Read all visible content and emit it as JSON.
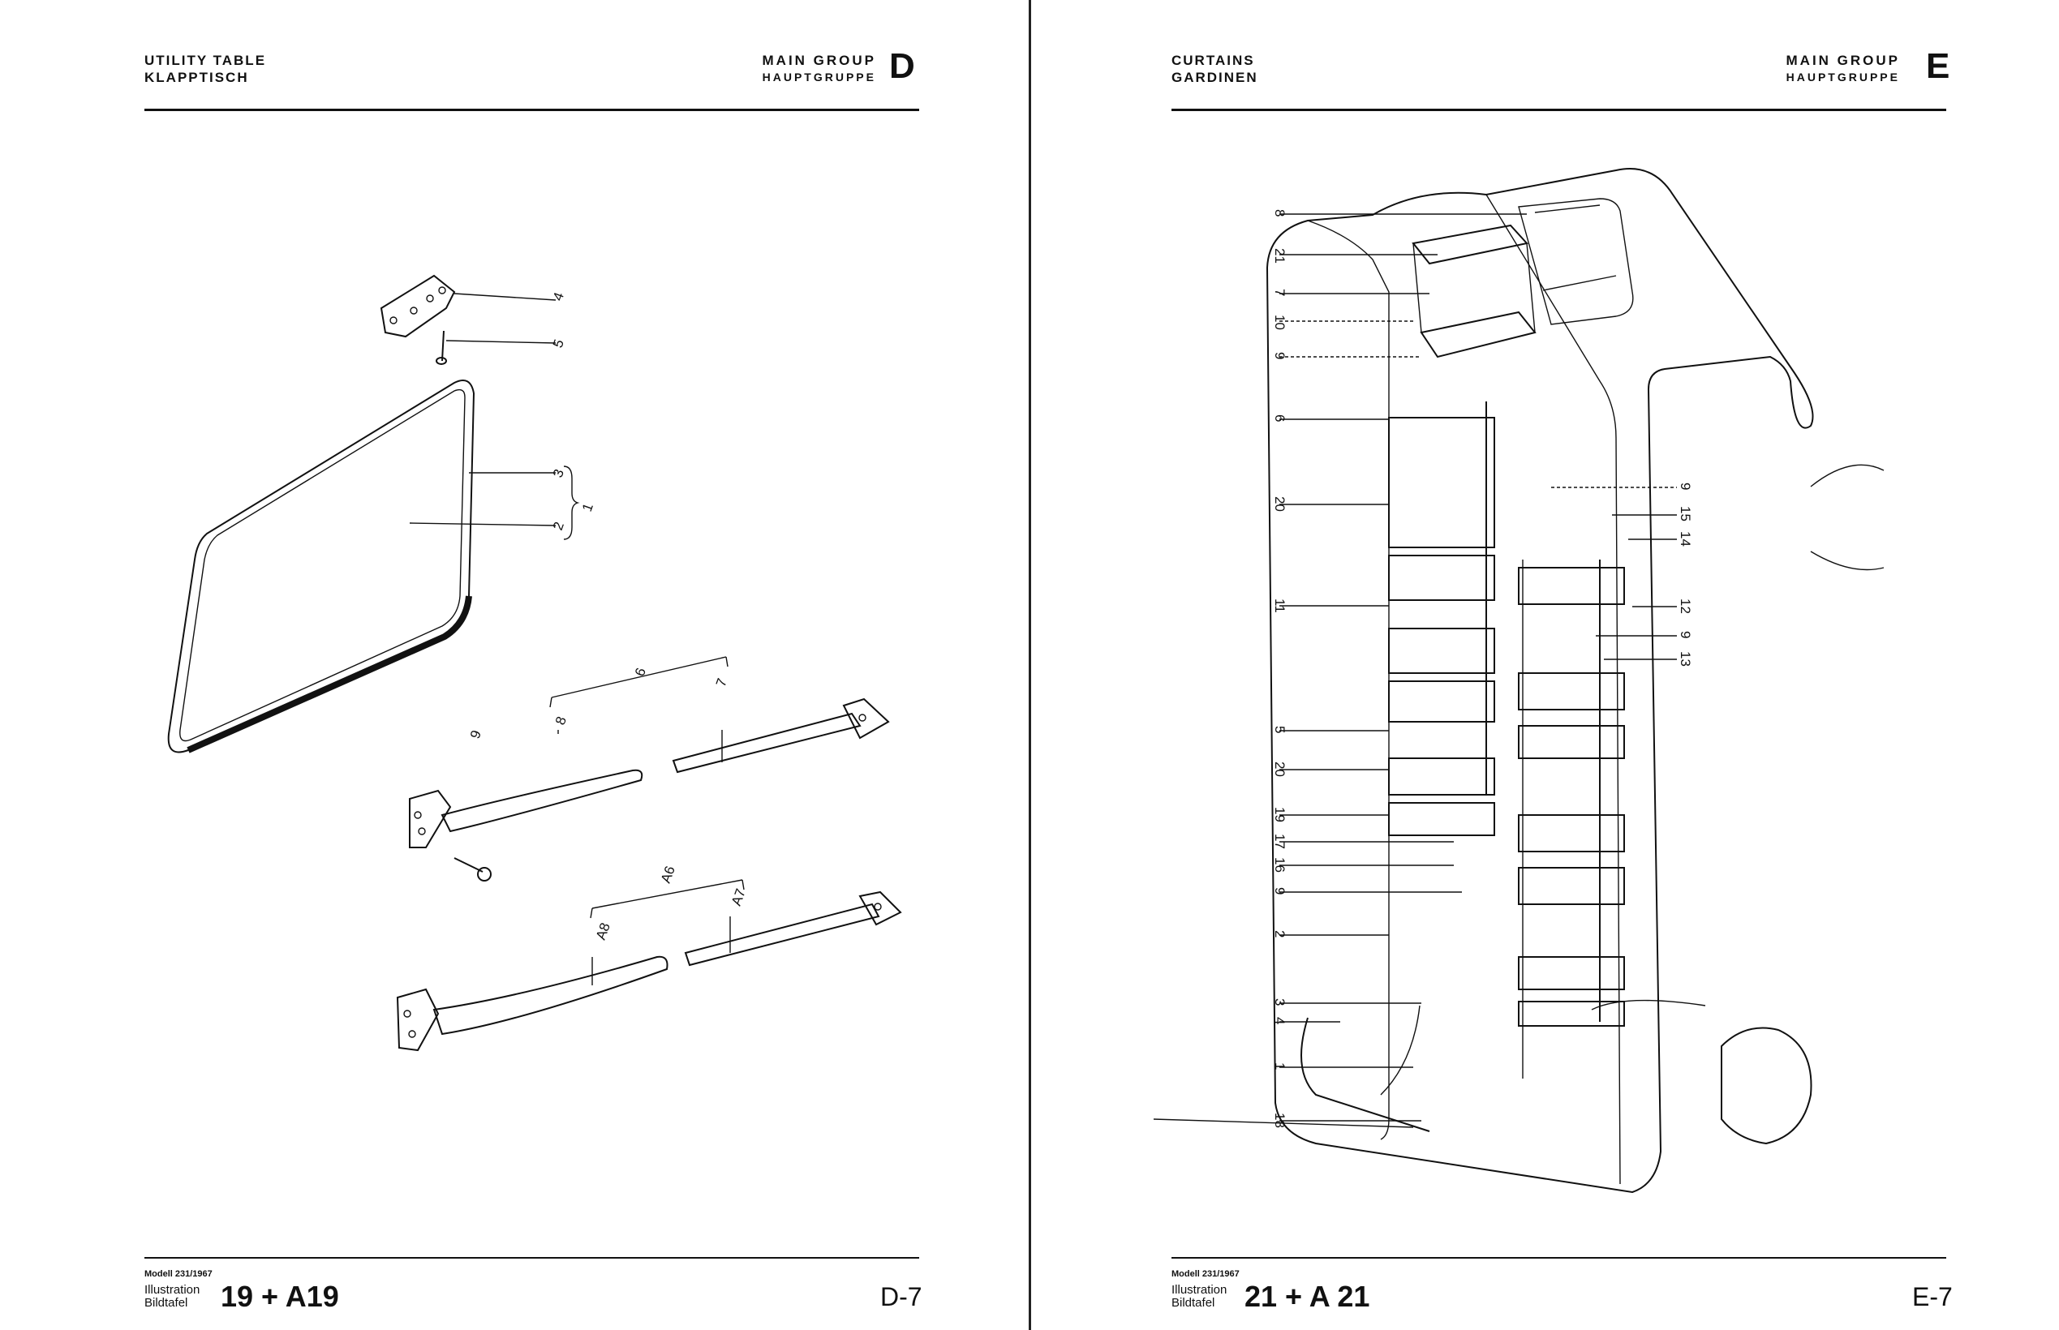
{
  "left_page": {
    "title_en": "UTILITY TABLE",
    "title_de": "KLAPPTISCH",
    "group_en": "MAIN GROUP",
    "group_de": "HAUPTGRUPPE",
    "group_letter": "D",
    "callouts": [
      "4",
      "5",
      "3",
      "2",
      "1",
      "6",
      "8",
      "7",
      "9",
      "A6",
      "A8",
      "A7"
    ],
    "footer": {
      "model": "Modell 231/1967",
      "illustration": "Illustration",
      "bildtafel": "Bildtafel",
      "number": "19 + A19",
      "page": "D-7"
    }
  },
  "right_page": {
    "title_en": "CURTAINS",
    "title_de": "GARDINEN",
    "group_en": "MAIN GROUP",
    "group_de": "HAUPTGRUPPE",
    "group_letter": "E",
    "callouts_left": [
      "8",
      "21",
      "7",
      "10",
      "9",
      "6",
      "20",
      "11",
      "5",
      "20",
      "19",
      "17",
      "16",
      "9",
      "2",
      "3",
      "4",
      "1",
      "18"
    ],
    "callouts_right": [
      "9",
      "15",
      "14",
      "12",
      "9",
      "13"
    ],
    "footer": {
      "model": "Modell 231/1967",
      "illustration": "Illustration",
      "bildtafel": "Bildtafel",
      "number": "21 + A 21",
      "page": "E-7"
    }
  }
}
